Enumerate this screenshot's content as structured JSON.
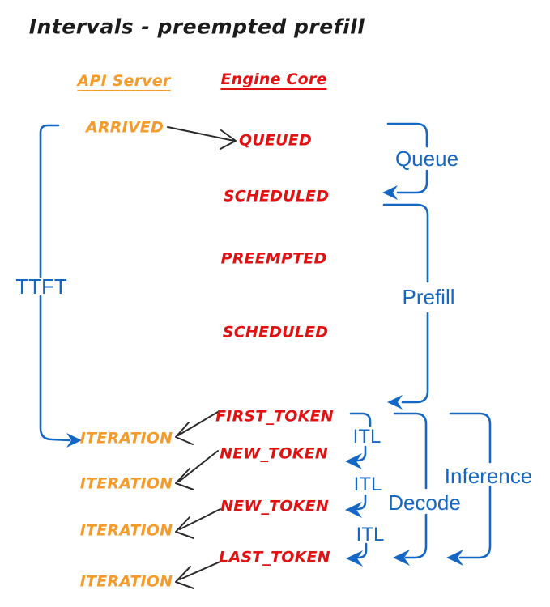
{
  "title": "Intervals - preempted prefill",
  "columns": {
    "api": "API Server",
    "engine": "Engine Core"
  },
  "events": {
    "arrived": "ARRIVED",
    "queued": "QUEUED",
    "scheduled_1": "SCHEDULED",
    "preempted": "PREEMPTED",
    "scheduled_2": "SCHEDULED",
    "first_token": "FIRST_TOKEN",
    "new_token_1": "NEW_TOKEN",
    "new_token_2": "NEW_TOKEN",
    "last_token": "LAST_TOKEN",
    "iteration_1": "ITERATION",
    "iteration_2": "ITERATION",
    "iteration_3": "ITERATION",
    "iteration_4": "ITERATION"
  },
  "intervals": {
    "ttft": "TTFT",
    "queue": "Queue",
    "prefill": "Prefill",
    "itl_1": "ITL",
    "itl_2": "ITL",
    "itl_3": "ITL",
    "decode": "Decode",
    "inference": "Inference"
  },
  "colors": {
    "api_server": "#F59B2B",
    "engine_core": "#E01212",
    "interval_blue": "#1567C4",
    "transition_arrow": "#2B2B2B",
    "background": "#FFFFFF"
  }
}
